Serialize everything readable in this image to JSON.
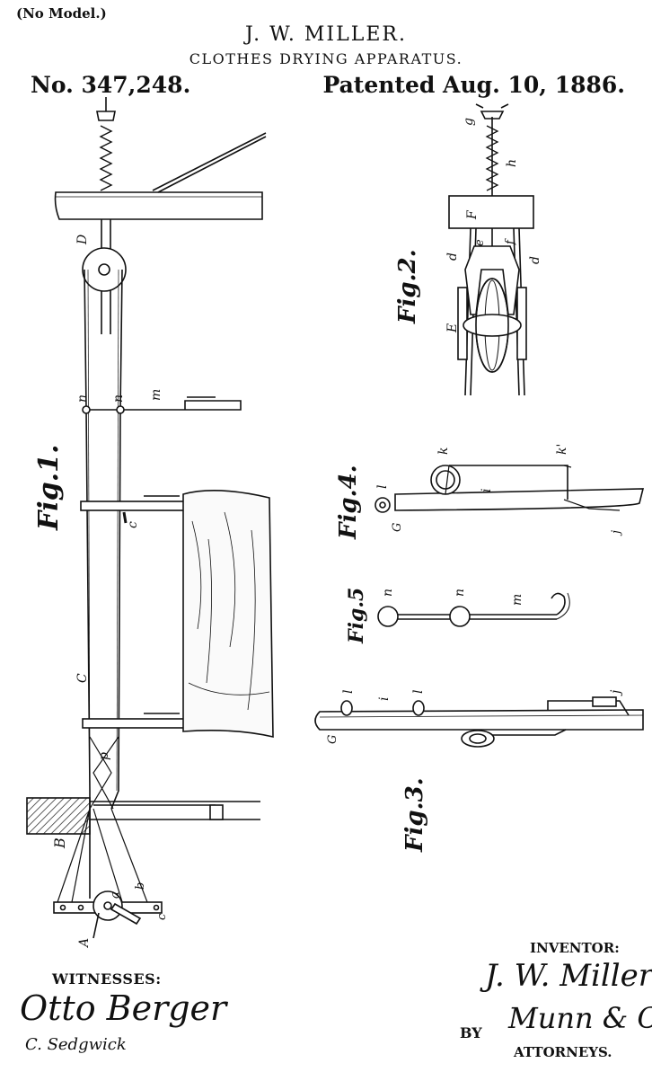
{
  "header": {
    "no_model": "(No Model.)",
    "inventor": "J. W. MILLER.",
    "title": "CLOTHES DRYING APPARATUS.",
    "patent_number": "No. 347,248.",
    "patent_date": "Patented Aug. 10, 1886."
  },
  "figures": {
    "fig1": "Fig.1.",
    "fig2": "Fig.2.",
    "fig3": "Fig.3.",
    "fig4": "Fig.4.",
    "fig5": "Fig.5"
  },
  "reference_letters": {
    "g": "g",
    "h": "h",
    "F": "F",
    "D": "D",
    "e": "e",
    "f": "f",
    "d": "d",
    "E": "E",
    "m": "m",
    "n": "n",
    "k": "k",
    "k_prime": "k'",
    "l": "l",
    "i": "i",
    "G": "G",
    "j": "j",
    "C": "C",
    "B": "B",
    "A": "A",
    "b": "b",
    "c": "c",
    "a": "a",
    "p": "p"
  },
  "footer": {
    "witnesses_label": "WITNESSES:",
    "witness1_signature": "Otto Berger",
    "witness2_signature": "C. Sedgwick",
    "inventor_label": "INVENTOR:",
    "inventor_signature": "J. W. Miller",
    "by_label": "BY",
    "attorney_signature": "Munn & Co",
    "attorneys_label": "ATTORNEYS."
  }
}
